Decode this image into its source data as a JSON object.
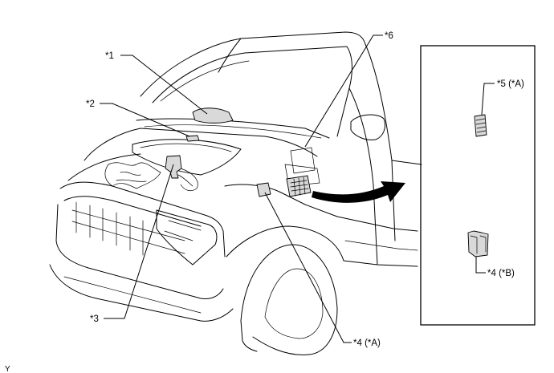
{
  "callouts": {
    "c1": "*1",
    "c2": "*2",
    "c3": "*3",
    "c4a": "*4 (*A)",
    "c4b": "*4 (*B)",
    "c5a": "*5 (*A)",
    "c6": "*6"
  },
  "corner_mark": "Y",
  "colors": {
    "line": "#000000",
    "part_fill": "#d9d9d9",
    "background": "#ffffff"
  }
}
